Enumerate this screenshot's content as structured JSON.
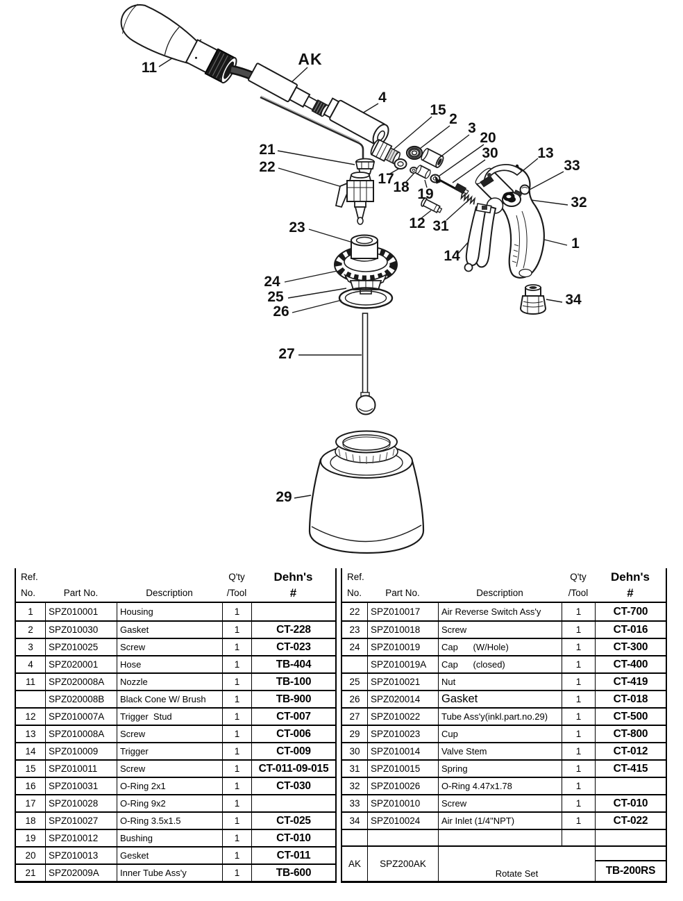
{
  "diagram": {
    "callouts": {
      "1": "1",
      "2": "2",
      "3": "3",
      "4": "4",
      "11": "11",
      "12": "12",
      "13": "13",
      "14": "14",
      "15": "15",
      "17": "17",
      "18": "18",
      "19": "19",
      "20": "20",
      "21": "21",
      "22": "22",
      "23": "23",
      "24": "24",
      "25": "25",
      "26": "26",
      "27": "27",
      "29": "29",
      "30": "30",
      "31": "31",
      "32": "32",
      "33": "33",
      "34": "34",
      "AK": "AK"
    }
  },
  "parts_table": {
    "headers": {
      "ref1": "Ref.",
      "ref2": "No.",
      "part": "Part No.",
      "desc": "Description",
      "qty1": "Q'ty",
      "qty2": "/Tool",
      "dehn1": "Dehn's",
      "dehn2": "#"
    },
    "left": {
      "rows": [
        {
          "ref": "1",
          "part": "SPZ010001",
          "desc": "Housing",
          "qty": "1",
          "dehn": ""
        },
        {
          "ref": "2",
          "part": "SPZ010030",
          "desc": "Gasket",
          "qty": "1",
          "dehn": "CT-228"
        },
        {
          "ref": "3",
          "part": "SPZ010025",
          "desc": "Screw",
          "qty": "1",
          "dehn": "CT-023"
        },
        {
          "ref": "4",
          "part": "SPZ020001",
          "desc": "Hose",
          "qty": "1",
          "dehn": "TB-404"
        },
        {
          "ref": "11",
          "part": "SPZ020008A",
          "desc": "Nozzle",
          "qty": "1",
          "dehn": "TB-100"
        },
        {
          "ref": "",
          "part": "SPZ020008B",
          "desc": "Black Cone W/ Brush",
          "qty": "1",
          "dehn": "TB-900"
        },
        {
          "ref": "12",
          "part": "SPZ010007A",
          "desc": "Trigger  Stud",
          "qty": "1",
          "dehn": "CT-007"
        },
        {
          "ref": "13",
          "part": "SPZ010008A",
          "desc": "Screw",
          "qty": "1",
          "dehn": "CT-006"
        },
        {
          "ref": "14",
          "part": "SPZ010009",
          "desc": "Trigger",
          "qty": "1",
          "dehn": "CT-009"
        },
        {
          "ref": "15",
          "part": "SPZ010011",
          "desc": "Screw",
          "qty": "1",
          "dehn": "CT-011-09-015"
        },
        {
          "ref": "16",
          "part": "SPZ010031",
          "desc": "O-Ring 2x1",
          "qty": "1",
          "dehn": "CT-030"
        },
        {
          "ref": "17",
          "part": "SPZ010028",
          "desc": "O-Ring 9x2",
          "qty": "1",
          "dehn": ""
        },
        {
          "ref": "18",
          "part": "SPZ010027",
          "desc": "O-Ring 3.5x1.5",
          "qty": "1",
          "dehn": "CT-025"
        },
        {
          "ref": "19",
          "part": "SPZ010012",
          "desc": "Bushing",
          "qty": "1",
          "dehn": "CT-010"
        },
        {
          "ref": "20",
          "part": "SPZ010013",
          "desc": "Gesket",
          "qty": "1",
          "dehn": "CT-011"
        },
        {
          "ref": "21",
          "part": "SPZ02009A",
          "desc": "Inner Tube Ass'y",
          "qty": "1",
          "dehn": "TB-600"
        }
      ]
    },
    "right": {
      "rows": [
        {
          "ref": "22",
          "part": "SPZ010017",
          "desc": "Air Reverse Switch Ass'y",
          "qty": "1",
          "dehn": "CT-700"
        },
        {
          "ref": "23",
          "part": "SPZ010018",
          "desc": "Screw",
          "qty": "1",
          "dehn": "CT-016",
          "split": true
        },
        {
          "ref": "24",
          "part": "SPZ010019",
          "desc": "Cap      (W/Hole)",
          "qty": "1",
          "dehn": "CT-300"
        },
        {
          "ref": "",
          "part": "SPZ010019A",
          "desc": "Cap      (closed)",
          "qty": "1",
          "dehn": "CT-400"
        },
        {
          "ref": "25",
          "part": "SPZ010021",
          "desc": "Nut",
          "qty": "1",
          "dehn": "CT-419",
          "split": true
        },
        {
          "ref": "26",
          "part": "SPZ020014",
          "desc": "Gasket",
          "qty": "1",
          "dehn": "CT-018",
          "large": true
        },
        {
          "ref": "27",
          "part": "SPZ010022",
          "desc": "Tube Ass'y(inkl.part.no.29)",
          "qty": "1",
          "dehn": "CT-500"
        },
        {
          "ref": "29",
          "part": "SPZ010023",
          "desc": "Cup",
          "qty": "1",
          "dehn": "CT-800",
          "split": true
        },
        {
          "ref": "30",
          "part": "SPZ010014",
          "desc": "Valve Stem",
          "qty": "1",
          "dehn": "CT-012"
        },
        {
          "ref": "31",
          "part": "SPZ010015",
          "desc": "Spring",
          "qty": "1",
          "dehn": "CT-415",
          "split": true
        },
        {
          "ref": "32",
          "part": "SPZ010026",
          "desc": "O-Ring 4.47x1.78",
          "qty": "1",
          "dehn": ""
        },
        {
          "ref": "33",
          "part": "SPZ010010",
          "desc": "Screw",
          "qty": "1",
          "dehn": "CT-010",
          "split": true
        },
        {
          "ref": "34",
          "part": "SPZ010024",
          "desc": "Air Inlet (1/4\"NPT)",
          "qty": "1",
          "dehn": "CT-022"
        },
        {
          "ref": "",
          "part": "",
          "desc": "",
          "qty": "",
          "dehn": "",
          "split": true
        }
      ],
      "ak_row": {
        "ref": "AK",
        "part": "SPZ200AK",
        "desc": "Rotate Set",
        "qty": "",
        "dehn": "TB-200RS"
      }
    }
  }
}
